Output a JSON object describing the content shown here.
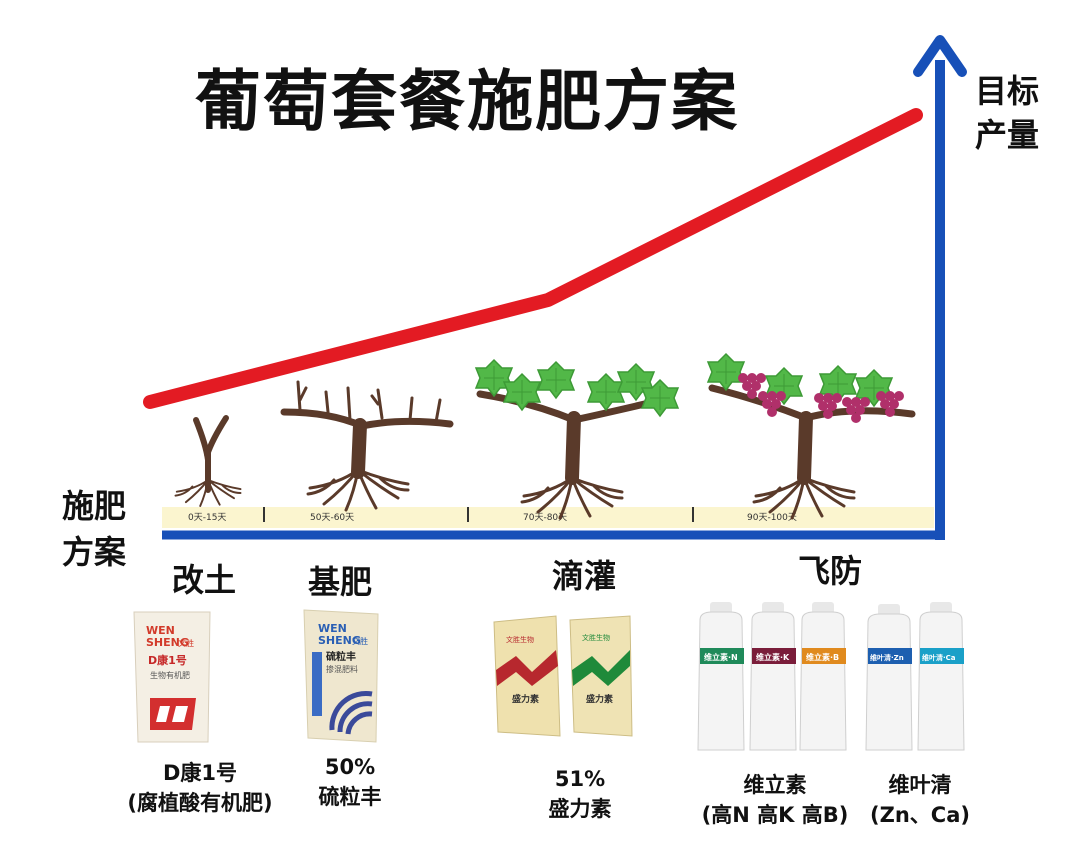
{
  "title": "葡萄套餐施肥方案",
  "y_axis_label": [
    "目标",
    "产量"
  ],
  "x_axis_label": [
    "施肥",
    "方案"
  ],
  "time_labels": [
    "0天-15天",
    "50天-60天",
    "70天-80天",
    "90天-100天"
  ],
  "stages": [
    {
      "label": "改土",
      "products": [
        {
          "lines": [
            "D康1号",
            "(腐植酸有机肥)"
          ]
        }
      ]
    },
    {
      "label": "基肥",
      "products": [
        {
          "lines": [
            "50%",
            "硫粒丰"
          ]
        }
      ]
    },
    {
      "label": "滴灌",
      "products": [
        {
          "lines": [
            "51%",
            "盛力素"
          ]
        }
      ]
    },
    {
      "label": "飞防",
      "products": [
        {
          "lines": [
            "维立素",
            "(高N 高K 高B)"
          ]
        },
        {
          "lines": [
            "维叶清",
            "(Zn、Ca)"
          ]
        }
      ]
    }
  ],
  "packages": {
    "dkang": {
      "brand": [
        "WEN",
        "SHENG"
      ],
      "brand_cn": "文胜",
      "name": "D康1号",
      "sub": "生物有机肥"
    },
    "liulifeng": {
      "brand": [
        "WEN",
        "SHENG"
      ],
      "brand_cn": "文胜",
      "name": "硫粒丰",
      "sub": "掺混肥料"
    },
    "shenglisu": {
      "brand": "文胜生物",
      "name": "盛力素"
    },
    "weilisu_n": {
      "name": "维立素·N"
    },
    "weilisu_k": {
      "name": "维立素·K"
    },
    "weilisu_b": {
      "name": "维立素·B"
    },
    "weiyeqing_zn": {
      "name": "维叶清·Zn"
    },
    "weiyeqing_ca": {
      "name": "维叶清·Ca"
    }
  },
  "colors": {
    "trend_line": "#e31b23",
    "axis": "#1750b8",
    "time_band": "#fbf5cf",
    "trunk": "#5a3a2a",
    "leaf": "#52b848",
    "grape": "#b0306a"
  }
}
